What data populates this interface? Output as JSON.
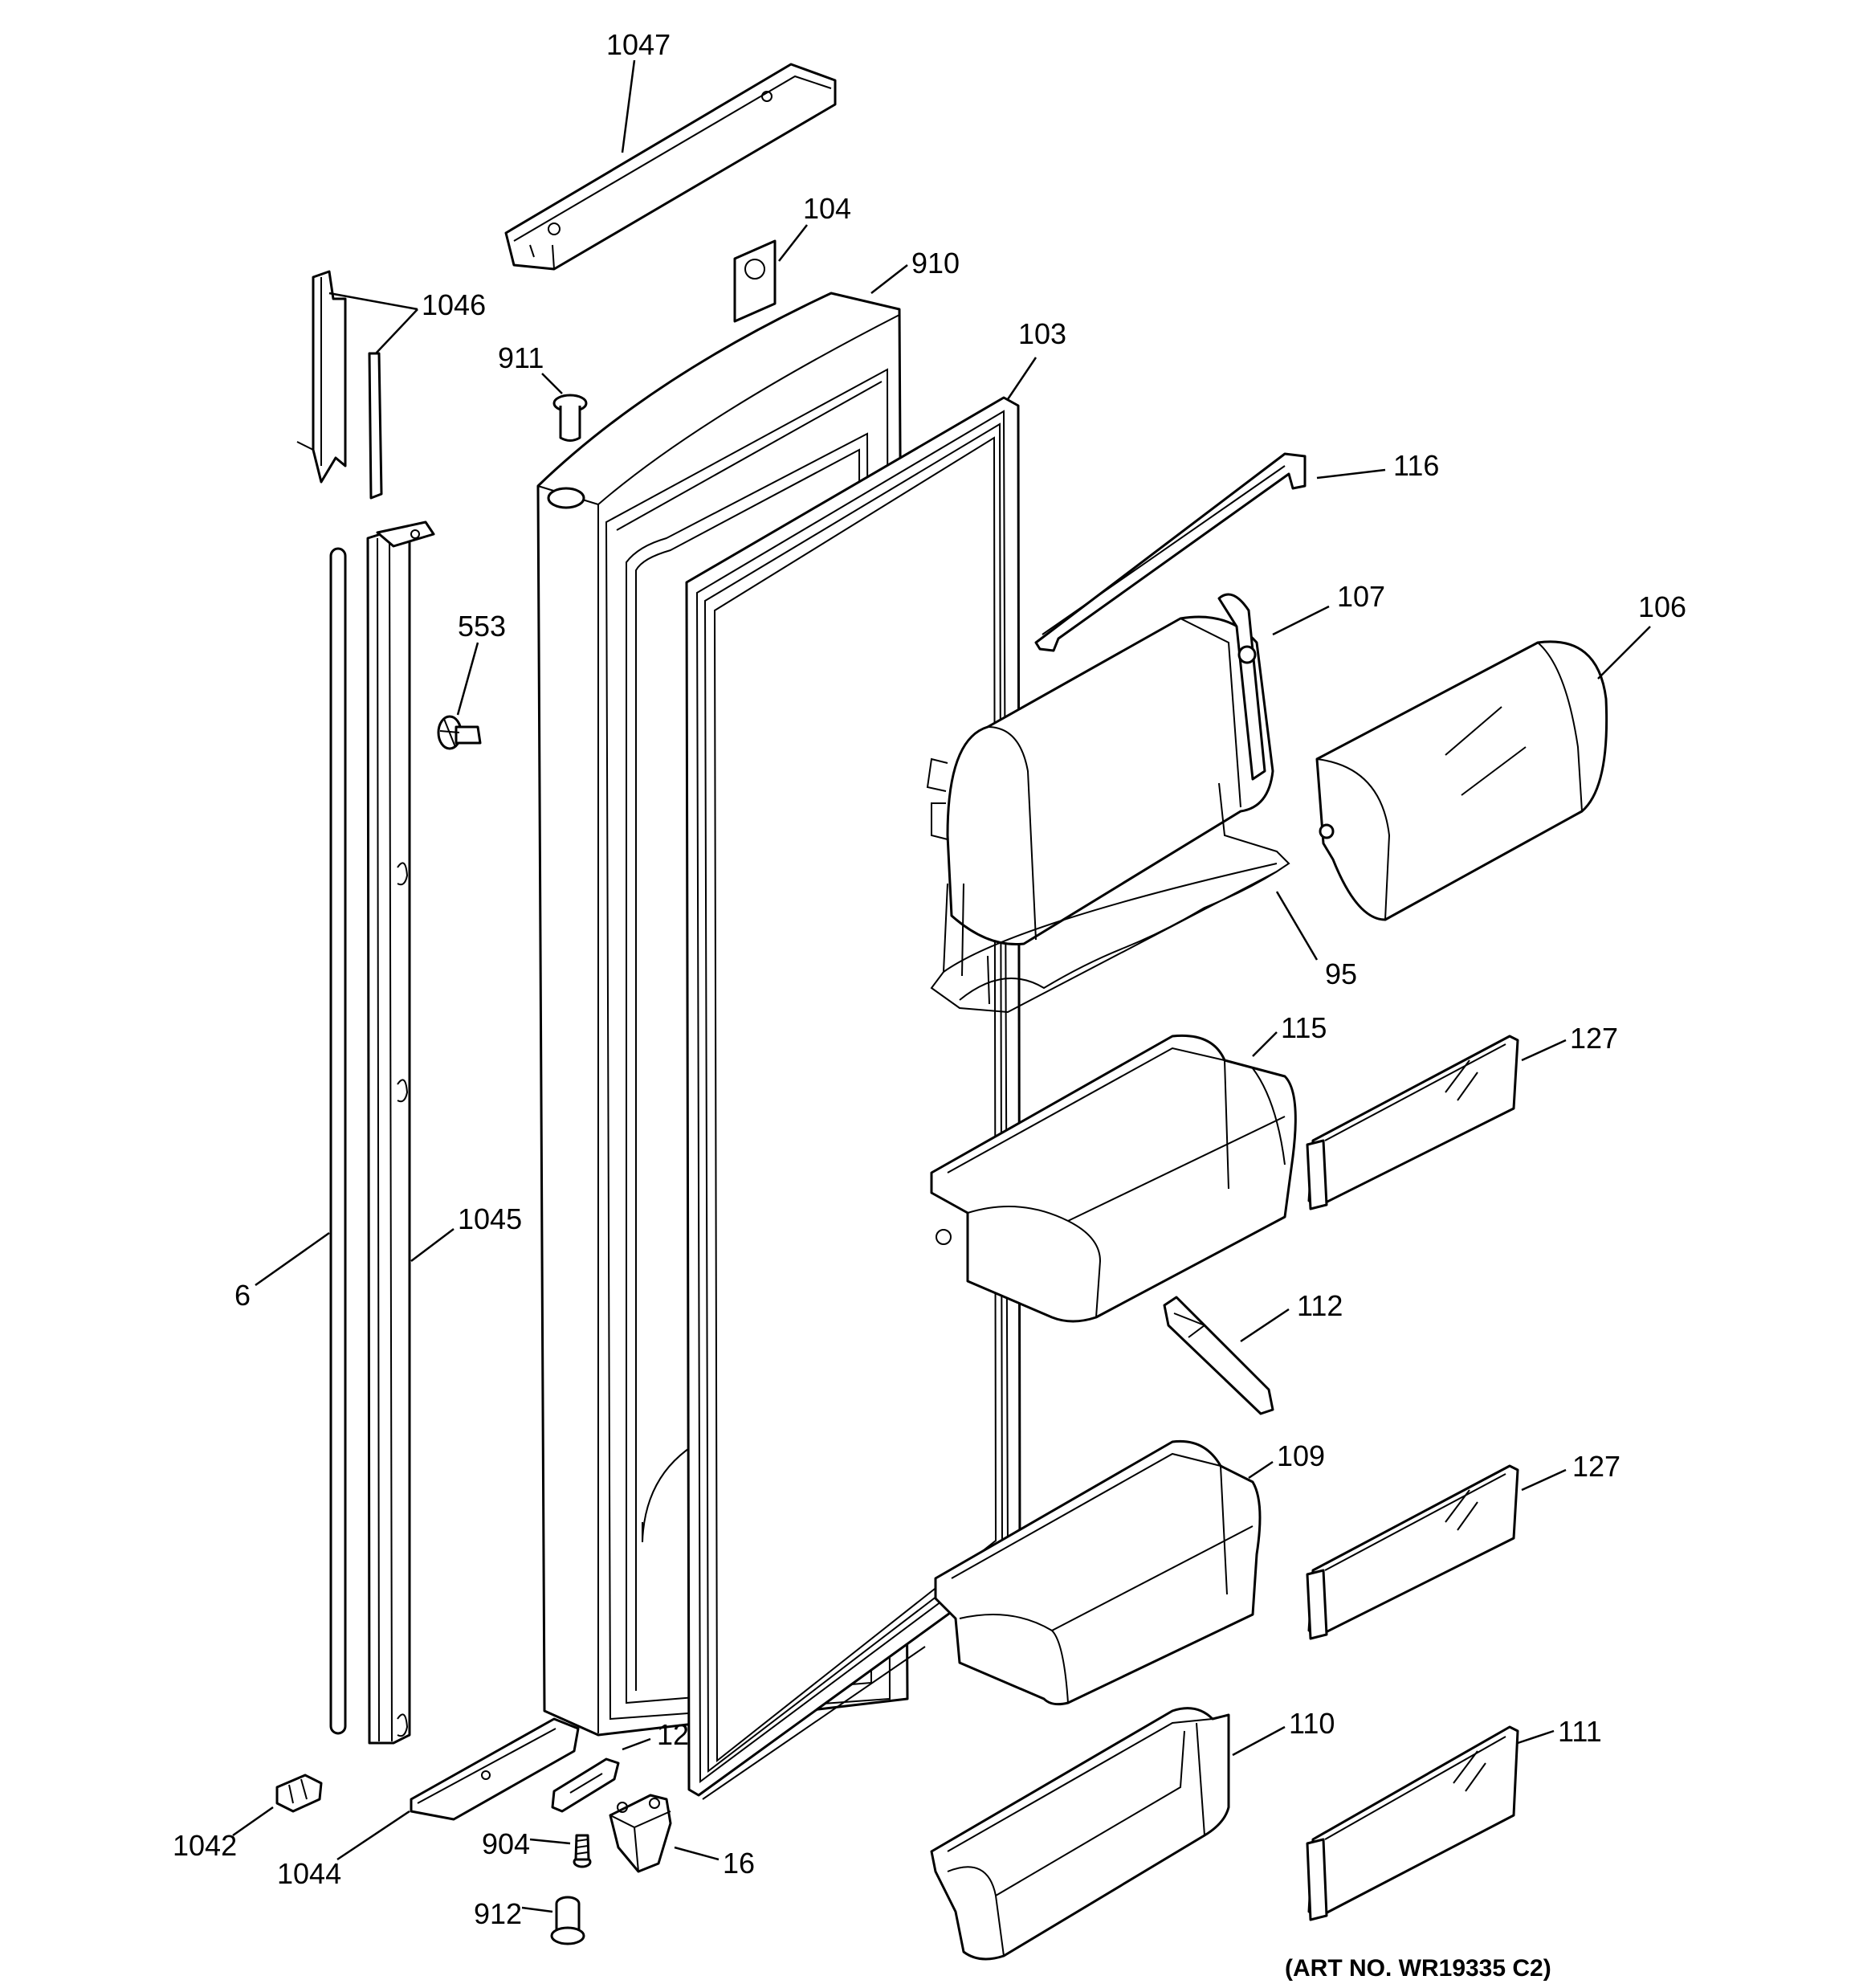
{
  "diagram": {
    "art_number": "(ART NO. WR19335 C2)",
    "callouts": [
      {
        "id": "1047",
        "text": "1047"
      },
      {
        "id": "104",
        "text": "104"
      },
      {
        "id": "910",
        "text": "910"
      },
      {
        "id": "1046",
        "text": "1046"
      },
      {
        "id": "911",
        "text": "911"
      },
      {
        "id": "103",
        "text": "103"
      },
      {
        "id": "116",
        "text": "116"
      },
      {
        "id": "553",
        "text": "553"
      },
      {
        "id": "107",
        "text": "107"
      },
      {
        "id": "106",
        "text": "106"
      },
      {
        "id": "95",
        "text": "95"
      },
      {
        "id": "115",
        "text": "115"
      },
      {
        "id": "127a",
        "text": "127"
      },
      {
        "id": "1045",
        "text": "1045"
      },
      {
        "id": "6",
        "text": "6"
      },
      {
        "id": "112",
        "text": "112"
      },
      {
        "id": "109",
        "text": "109"
      },
      {
        "id": "127b",
        "text": "127"
      },
      {
        "id": "12",
        "text": "12"
      },
      {
        "id": "110",
        "text": "110"
      },
      {
        "id": "111",
        "text": "111"
      },
      {
        "id": "1042",
        "text": "1042"
      },
      {
        "id": "1044",
        "text": "1044"
      },
      {
        "id": "904",
        "text": "904"
      },
      {
        "id": "16",
        "text": "16"
      },
      {
        "id": "912",
        "text": "912"
      }
    ]
  }
}
